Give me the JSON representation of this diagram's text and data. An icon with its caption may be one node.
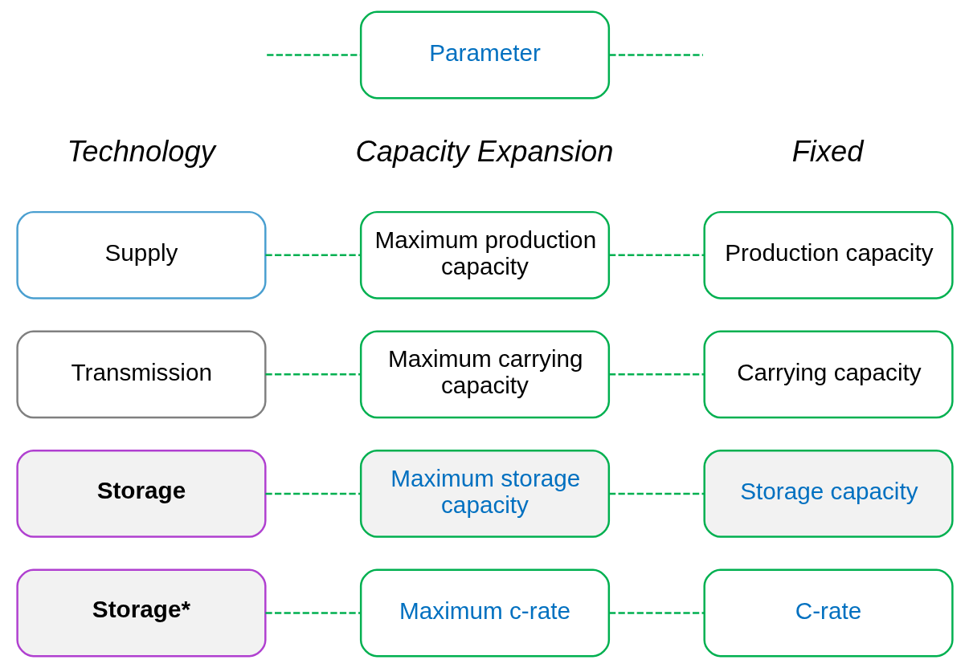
{
  "diagram": {
    "nodes": [
      {
        "text": [
          "Parameter"
        ]
      },
      {
        "text": [
          "Supply"
        ]
      },
      {
        "text": [
          "Maximum production capacity"
        ]
      },
      {
        "text": [
          "Production capacity"
        ]
      },
      {
        "text": [
          "Transmission"
        ]
      },
      {
        "text": [
          "Maximum carrying capacity"
        ]
      },
      {
        "text": [
          "Carrying capacity"
        ]
      },
      {
        "text": [
          "Storage"
        ]
      },
      {
        "text": [
          "Maximum storage capacity"
        ]
      },
      {
        "text": [
          "Storage capacity"
        ]
      },
      {
        "text": [
          "Storage*"
        ]
      },
      {
        "text": [
          "Maximum c-rate"
        ]
      },
      {
        "text": [
          "C-rate"
        ]
      }
    ],
    "edges": [
      {
        "from": null,
        "to": 0,
        "arrow": "none",
        "style": "dashed"
      },
      {
        "from": 0,
        "to": null,
        "arrow": "none",
        "style": "dashed"
      },
      {
        "from": 1,
        "to": 2,
        "arrow": "none",
        "style": "dashed"
      },
      {
        "from": 2,
        "to": 3,
        "arrow": "none",
        "style": "dashed"
      },
      {
        "from": 4,
        "to": 5,
        "arrow": "none",
        "style": "dashed"
      },
      {
        "from": 5,
        "to": 6,
        "arrow": "none",
        "style": "dashed"
      },
      {
        "from": 7,
        "to": 8,
        "arrow": "none",
        "style": "dashed"
      },
      {
        "from": 8,
        "to": 9,
        "arrow": "none",
        "style": "dashed"
      },
      {
        "from": 10,
        "to": 11,
        "arrow": "none",
        "style": "dashed"
      },
      {
        "from": 11,
        "to": 12,
        "arrow": "none",
        "style": "dashed"
      }
    ],
    "labels": [
      "Technology",
      "Capacity Expansion",
      "Fixed"
    ]
  }
}
